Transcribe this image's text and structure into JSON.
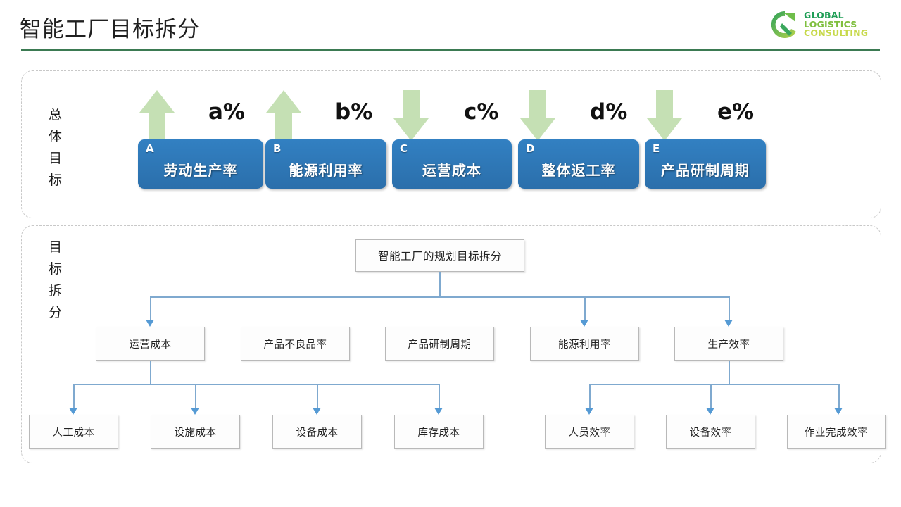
{
  "header": {
    "title": "智能工厂目标拆分",
    "rule_color": "#3b7a52",
    "logo": {
      "line1": "GLOBAL",
      "line2": "LOGISTICS",
      "line3": "CONSULTING",
      "mark": "g-circular-arrow"
    }
  },
  "sections": {
    "overall": {
      "label": "总\n体\n目\n标"
    },
    "breakdown": {
      "label": "目\n标\n拆\n分"
    }
  },
  "overall_goals": {
    "items": [
      {
        "letter": "A",
        "name": "劳动生产率",
        "percent": "a%",
        "direction": "up"
      },
      {
        "letter": "B",
        "name": "能源利用率",
        "percent": "b%",
        "direction": "up"
      },
      {
        "letter": "C",
        "name": "运营成本",
        "percent": "c%",
        "direction": "down"
      },
      {
        "letter": "D",
        "name": "整体返工率",
        "percent": "d%",
        "direction": "down"
      },
      {
        "letter": "E",
        "name": "产品研制周期",
        "percent": "e%",
        "direction": "down"
      }
    ],
    "box_color": "#2e75b6",
    "arrow_color": "#c5e0b4"
  },
  "tree": {
    "root": "智能工厂的规划目标拆分",
    "level2": [
      "运营成本",
      "产品不良品率",
      "产品研制周期",
      "能源利用率",
      "生产效率"
    ],
    "cost_children": [
      "人工成本",
      "设施成本",
      "设备成本",
      "库存成本"
    ],
    "efficiency_children": [
      "人员效率",
      "设备效率",
      "作业完成效率"
    ],
    "connector_color": "#7fa9cf"
  }
}
